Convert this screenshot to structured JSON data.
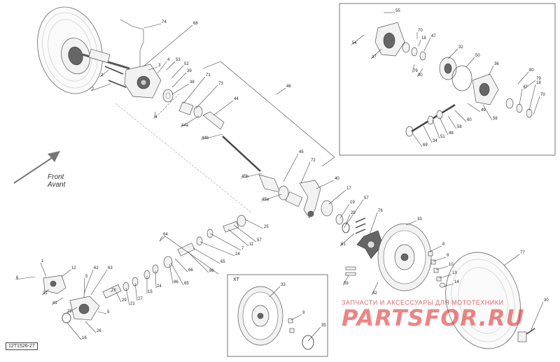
{
  "diagram": {
    "code": "12T1526-27",
    "front_note": [
      "Front",
      "Avant"
    ],
    "xt_label": "XT",
    "watermark": {
      "line1": "ЗАПЧАСТИ И АКСЕССУАРЫ ДЛЯ МОТОТЕХНИКИ",
      "line2": "PARTSFOR.RU"
    },
    "callouts": [
      {
        "id": "c55",
        "text": "55"
      },
      {
        "id": "c54",
        "text": "54"
      },
      {
        "id": "c37",
        "text": "37"
      },
      {
        "id": "c70a",
        "text": "70"
      },
      {
        "id": "c18a",
        "text": "18"
      },
      {
        "id": "c47a",
        "text": "47"
      },
      {
        "id": "c32",
        "text": "32"
      },
      {
        "id": "c50",
        "text": "50"
      },
      {
        "id": "c79a",
        "text": "79"
      },
      {
        "id": "c80a",
        "text": "80"
      },
      {
        "id": "c36",
        "text": "36"
      },
      {
        "id": "c80b",
        "text": "80"
      },
      {
        "id": "c79b",
        "text": "79"
      },
      {
        "id": "c47b",
        "text": "47"
      },
      {
        "id": "c18b",
        "text": "18"
      },
      {
        "id": "c70b",
        "text": "70"
      },
      {
        "id": "c49",
        "text": "49"
      },
      {
        "id": "c56",
        "text": "56"
      },
      {
        "id": "c60",
        "text": "60"
      },
      {
        "id": "c58",
        "text": "58"
      },
      {
        "id": "c48",
        "text": "48"
      },
      {
        "id": "c51",
        "text": "51"
      },
      {
        "id": "c34",
        "text": "34"
      },
      {
        "id": "c69",
        "text": "69"
      },
      {
        "id": "c74",
        "text": "74"
      },
      {
        "id": "c68",
        "text": "68"
      },
      {
        "id": "c2a",
        "text": "2"
      },
      {
        "id": "c2b",
        "text": "2"
      },
      {
        "id": "c3",
        "text": "3"
      },
      {
        "id": "c4a",
        "text": "4"
      },
      {
        "id": "c53",
        "text": "53"
      },
      {
        "id": "c52",
        "text": "52"
      },
      {
        "id": "c39",
        "text": "39"
      },
      {
        "id": "c38",
        "text": "38"
      },
      {
        "id": "c71",
        "text": "71"
      },
      {
        "id": "c73",
        "text": "73"
      },
      {
        "id": "c46",
        "text": "46"
      },
      {
        "id": "c44",
        "text": "44"
      },
      {
        "id": "c4b",
        "text": "4"
      },
      {
        "id": "c44a",
        "text": "44a"
      },
      {
        "id": "c44b",
        "text": "44b"
      },
      {
        "id": "c45",
        "text": "45"
      },
      {
        "id": "c72",
        "text": "72"
      },
      {
        "id": "c45b",
        "text": "45b"
      },
      {
        "id": "c40",
        "text": "40"
      },
      {
        "id": "c45a",
        "text": "45a"
      },
      {
        "id": "c17",
        "text": "17"
      },
      {
        "id": "c19",
        "text": "19"
      },
      {
        "id": "c57a",
        "text": "57"
      },
      {
        "id": "c20",
        "text": "20"
      },
      {
        "id": "c76",
        "text": "76"
      },
      {
        "id": "c33a",
        "text": "33"
      },
      {
        "id": "c25",
        "text": "25"
      },
      {
        "id": "c57b",
        "text": "57"
      },
      {
        "id": "c11",
        "text": "11"
      },
      {
        "id": "c7",
        "text": "7"
      },
      {
        "id": "c24a",
        "text": "24"
      },
      {
        "id": "c64",
        "text": "64"
      },
      {
        "id": "c86a",
        "text": "86"
      },
      {
        "id": "c65a",
        "text": "65"
      },
      {
        "id": "c61",
        "text": "61"
      },
      {
        "id": "c8",
        "text": "8"
      },
      {
        "id": "c9a",
        "text": "9"
      },
      {
        "id": "c10",
        "text": "10"
      },
      {
        "id": "c13",
        "text": "13"
      },
      {
        "id": "c14",
        "text": "14"
      },
      {
        "id": "c77",
        "text": "77"
      },
      {
        "id": "c59",
        "text": "59"
      },
      {
        "id": "c6",
        "text": "6"
      },
      {
        "id": "c1",
        "text": "1"
      },
      {
        "id": "c12",
        "text": "12"
      },
      {
        "id": "c62",
        "text": "62"
      },
      {
        "id": "c63",
        "text": "63"
      },
      {
        "id": "c5a",
        "text": "5"
      },
      {
        "id": "c31",
        "text": "31"
      },
      {
        "id": "c41",
        "text": "41"
      },
      {
        "id": "c28",
        "text": "28"
      },
      {
        "id": "c78",
        "text": "78"
      },
      {
        "id": "c29",
        "text": "29"
      },
      {
        "id": "c21",
        "text": "21"
      },
      {
        "id": "c27",
        "text": "27"
      },
      {
        "id": "c15",
        "text": "15"
      },
      {
        "id": "c24b",
        "text": "24"
      },
      {
        "id": "c86b",
        "text": "86"
      },
      {
        "id": "c66",
        "text": "66"
      },
      {
        "id": "c65b",
        "text": "65"
      },
      {
        "id": "c5b",
        "text": "5"
      },
      {
        "id": "c26",
        "text": "26"
      },
      {
        "id": "c16",
        "text": "16"
      },
      {
        "id": "c42",
        "text": "42"
      },
      {
        "id": "c33b",
        "text": "33"
      },
      {
        "id": "c9b",
        "text": "9"
      },
      {
        "id": "c35",
        "text": "35"
      },
      {
        "id": "c30",
        "text": "30"
      }
    ]
  }
}
